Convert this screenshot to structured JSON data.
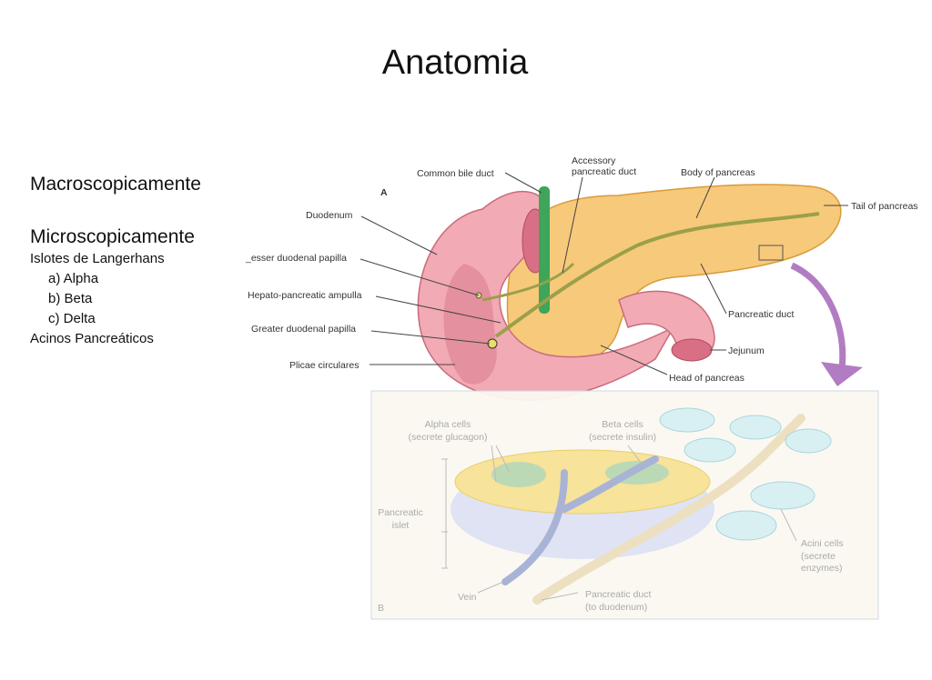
{
  "slide": {
    "title": "Anatomia",
    "sections": {
      "macro": "Macroscopicamente",
      "micro": "Microscopicamente",
      "islets": "Islotes de Langerhans",
      "islet_types": [
        "a) Alpha",
        "b) Beta",
        "c) Delta"
      ],
      "acini": "Acinos Pancreáticos"
    }
  },
  "figure_a": {
    "panel_label": "A",
    "labels": {
      "common_bile_duct": "Common bile duct",
      "accessory_duct_1": "Accessory",
      "accessory_duct_2": "pancreatic duct",
      "body": "Body of pancreas",
      "tail": "Tail of pancreas",
      "duodenum": "Duodenum",
      "lesser_papilla": "_esser duodenal papilla",
      "ampulla": "Hepato-pancreatic ampulla",
      "greater_papilla": "Greater duodenal papilla",
      "plicae": "Plicae circulares",
      "pancreatic_duct": "Pancreatic duct",
      "jejunum": "Jejunum",
      "head": "Head of pancreas"
    }
  },
  "figure_b": {
    "panel_label": "B",
    "labels": {
      "alpha_1": "Alpha cells",
      "alpha_2": "(secrete glucagon)",
      "beta_1": "Beta cells",
      "beta_2": "(secrete insulin)",
      "islet_1": "Pancreatic",
      "islet_2": "islet",
      "acini_1": "Acini cells",
      "acini_2": "(secrete",
      "acini_3": "enzymes)",
      "vein": "Vein",
      "duct_1": "Pancreatic duct",
      "duct_2": "(to duodenum)"
    }
  }
}
